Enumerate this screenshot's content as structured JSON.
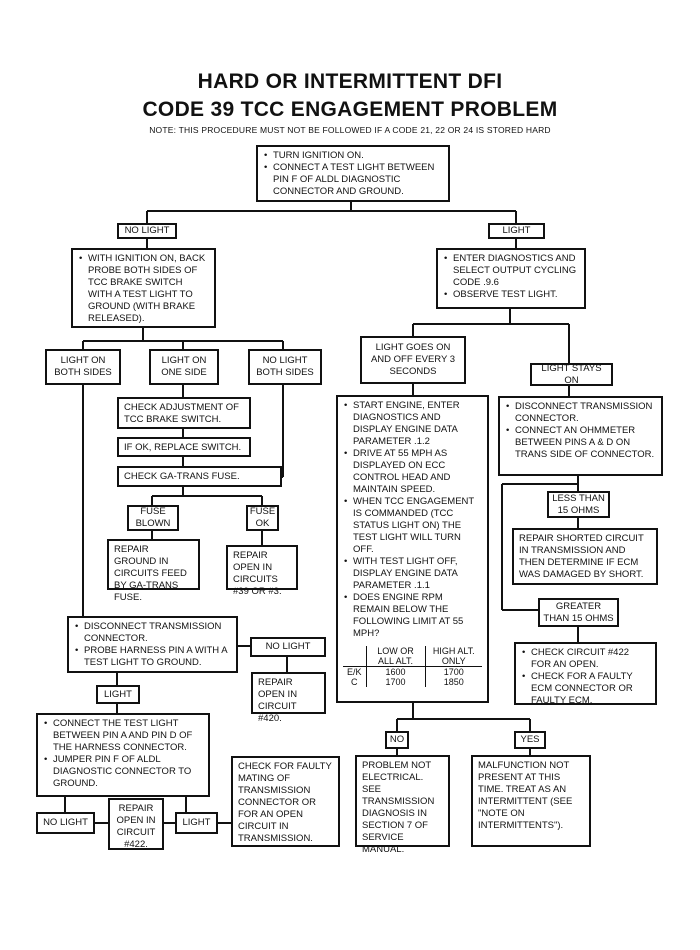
{
  "title": {
    "line1": "HARD OR INTERMITTENT DFI",
    "line2": "CODE 39 TCC ENGAGEMENT PROBLEM"
  },
  "note": "NOTE: THIS PROCEDURE MUST NOT BE FOLLOWED IF A CODE 21, 22 OR 24 IS STORED HARD",
  "start": {
    "items": [
      "TURN IGNITION ON.",
      "CONNECT A TEST LIGHT BETWEEN PIN F OF ALDL DIAGNOSTIC CONNECTOR AND GROUND."
    ]
  },
  "labels": {
    "no_light": "NO LIGHT",
    "light": "LIGHT",
    "light_on_both": "LIGHT ON BOTH SIDES",
    "light_on_one": "LIGHT ON ONE SIDE",
    "no_light_both": "NO LIGHT BOTH SIDES",
    "fuse_blown": "FUSE BLOWN",
    "fuse_ok": "FUSE OK",
    "no_light_2": "NO LIGHT",
    "light_2": "LIGHT",
    "no_light_3": "NO LIGHT",
    "light_3": "LIGHT",
    "light_goes": "LIGHT GOES ON AND OFF EVERY 3 SECONDS",
    "light_stays": "LIGHT STAYS ON",
    "less_than": "LESS THAN 15 OHMS",
    "greater_than": "GREATER THAN 15 OHMS",
    "no": "NO",
    "yes": "YES"
  },
  "steps": {
    "ignition_on": "WITH IGNITION ON, BACK PROBE BOTH SIDES OF TCC BRAKE SWITCH WITH A TEST LIGHT TO GROUND (WITH BRAKE RELEASED).",
    "enter_diag": [
      "ENTER DIAGNOSTICS AND SELECT OUTPUT CYCLING CODE .9.6",
      "OBSERVE TEST LIGHT."
    ],
    "check_adjust": "CHECK ADJUSTMENT OF TCC BRAKE SWITCH.",
    "if_ok_replace": "IF OK, REPLACE SWITCH.",
    "check_fuse": "CHECK GA-TRANS FUSE.",
    "repair_ground": "REPAIR GROUND IN CIRCUITS FEED BY GA-TRANS FUSE.",
    "repair_open_39": "REPAIR OPEN IN CIRCUITS #39 OR #3.",
    "disconnect_trans": [
      "DISCONNECT TRANSMISSION CONNECTOR.",
      "PROBE HARNESS PIN A WITH A TEST LIGHT TO GROUND."
    ],
    "repair_open_420": "REPAIR OPEN IN CIRCUIT #420.",
    "connect_test_light": [
      "CONNECT THE TEST LIGHT BETWEEN PIN A AND PIN D OF THE HARNESS CONNECTOR.",
      "JUMPER PIN F OF ALDL DIAGNOSTIC CONNECTOR TO GROUND."
    ],
    "repair_open_422": "REPAIR OPEN IN CIRCUIT #422.",
    "check_faulty_mating": "CHECK FOR FAULTY MATING OF TRANSMISSION CONNECTOR OR FOR AN OPEN CIRCUIT IN TRANSMISSION.",
    "start_engine": [
      "START ENGINE, ENTER DIAGNOSTICS AND DISPLAY ENGINE DATA PARAMETER .1.2",
      "DRIVE AT 55 MPH AS DISPLAYED ON ECC CONTROL HEAD AND MAINTAIN SPEED.",
      "WHEN TCC ENGAGEMENT IS COMMANDED (TCC STATUS LIGHT ON) THE TEST LIGHT WILL TURN OFF.",
      "WITH TEST LIGHT OFF, DISPLAY ENGINE DATA PARAMETER .1.1",
      "DOES ENGINE RPM REMAIN BELOW THE FOLLOWING LIMIT AT 55 MPH?"
    ],
    "rpm_table": {
      "headers": [
        "",
        "LOW OR ALL ALT.",
        "HIGH ALT. ONLY"
      ],
      "rows": [
        [
          "E/K",
          "1600",
          "1700"
        ],
        [
          "C",
          "1700",
          "1850"
        ]
      ]
    },
    "disconnect_ohm": [
      "DISCONNECT TRANSMISSION CONNECTOR.",
      "CONNECT AN OHMMETER BETWEEN PINS A & D ON TRANS SIDE OF CONNECTOR."
    ],
    "repair_shorted": "REPAIR SHORTED CIRCUIT IN TRANSMISSION AND THEN DETERMINE IF ECM WAS DAMAGED BY SHORT.",
    "check_422_ecm": [
      "CHECK CIRCUIT #422 FOR AN OPEN.",
      "CHECK FOR A FAULTY ECM CONNECTOR OR FAULTY ECM."
    ],
    "problem_not_electrical": "PROBLEM NOT ELECTRICAL. SEE TRANSMISSION DIAGNOSIS IN SECTION 7 OF SERVICE MANUAL.",
    "malfunction": "MALFUNCTION NOT PRESENT AT THIS TIME. TREAT AS AN INTERMITTENT (SEE \"NOTE ON INTERMITTENTS\")."
  }
}
